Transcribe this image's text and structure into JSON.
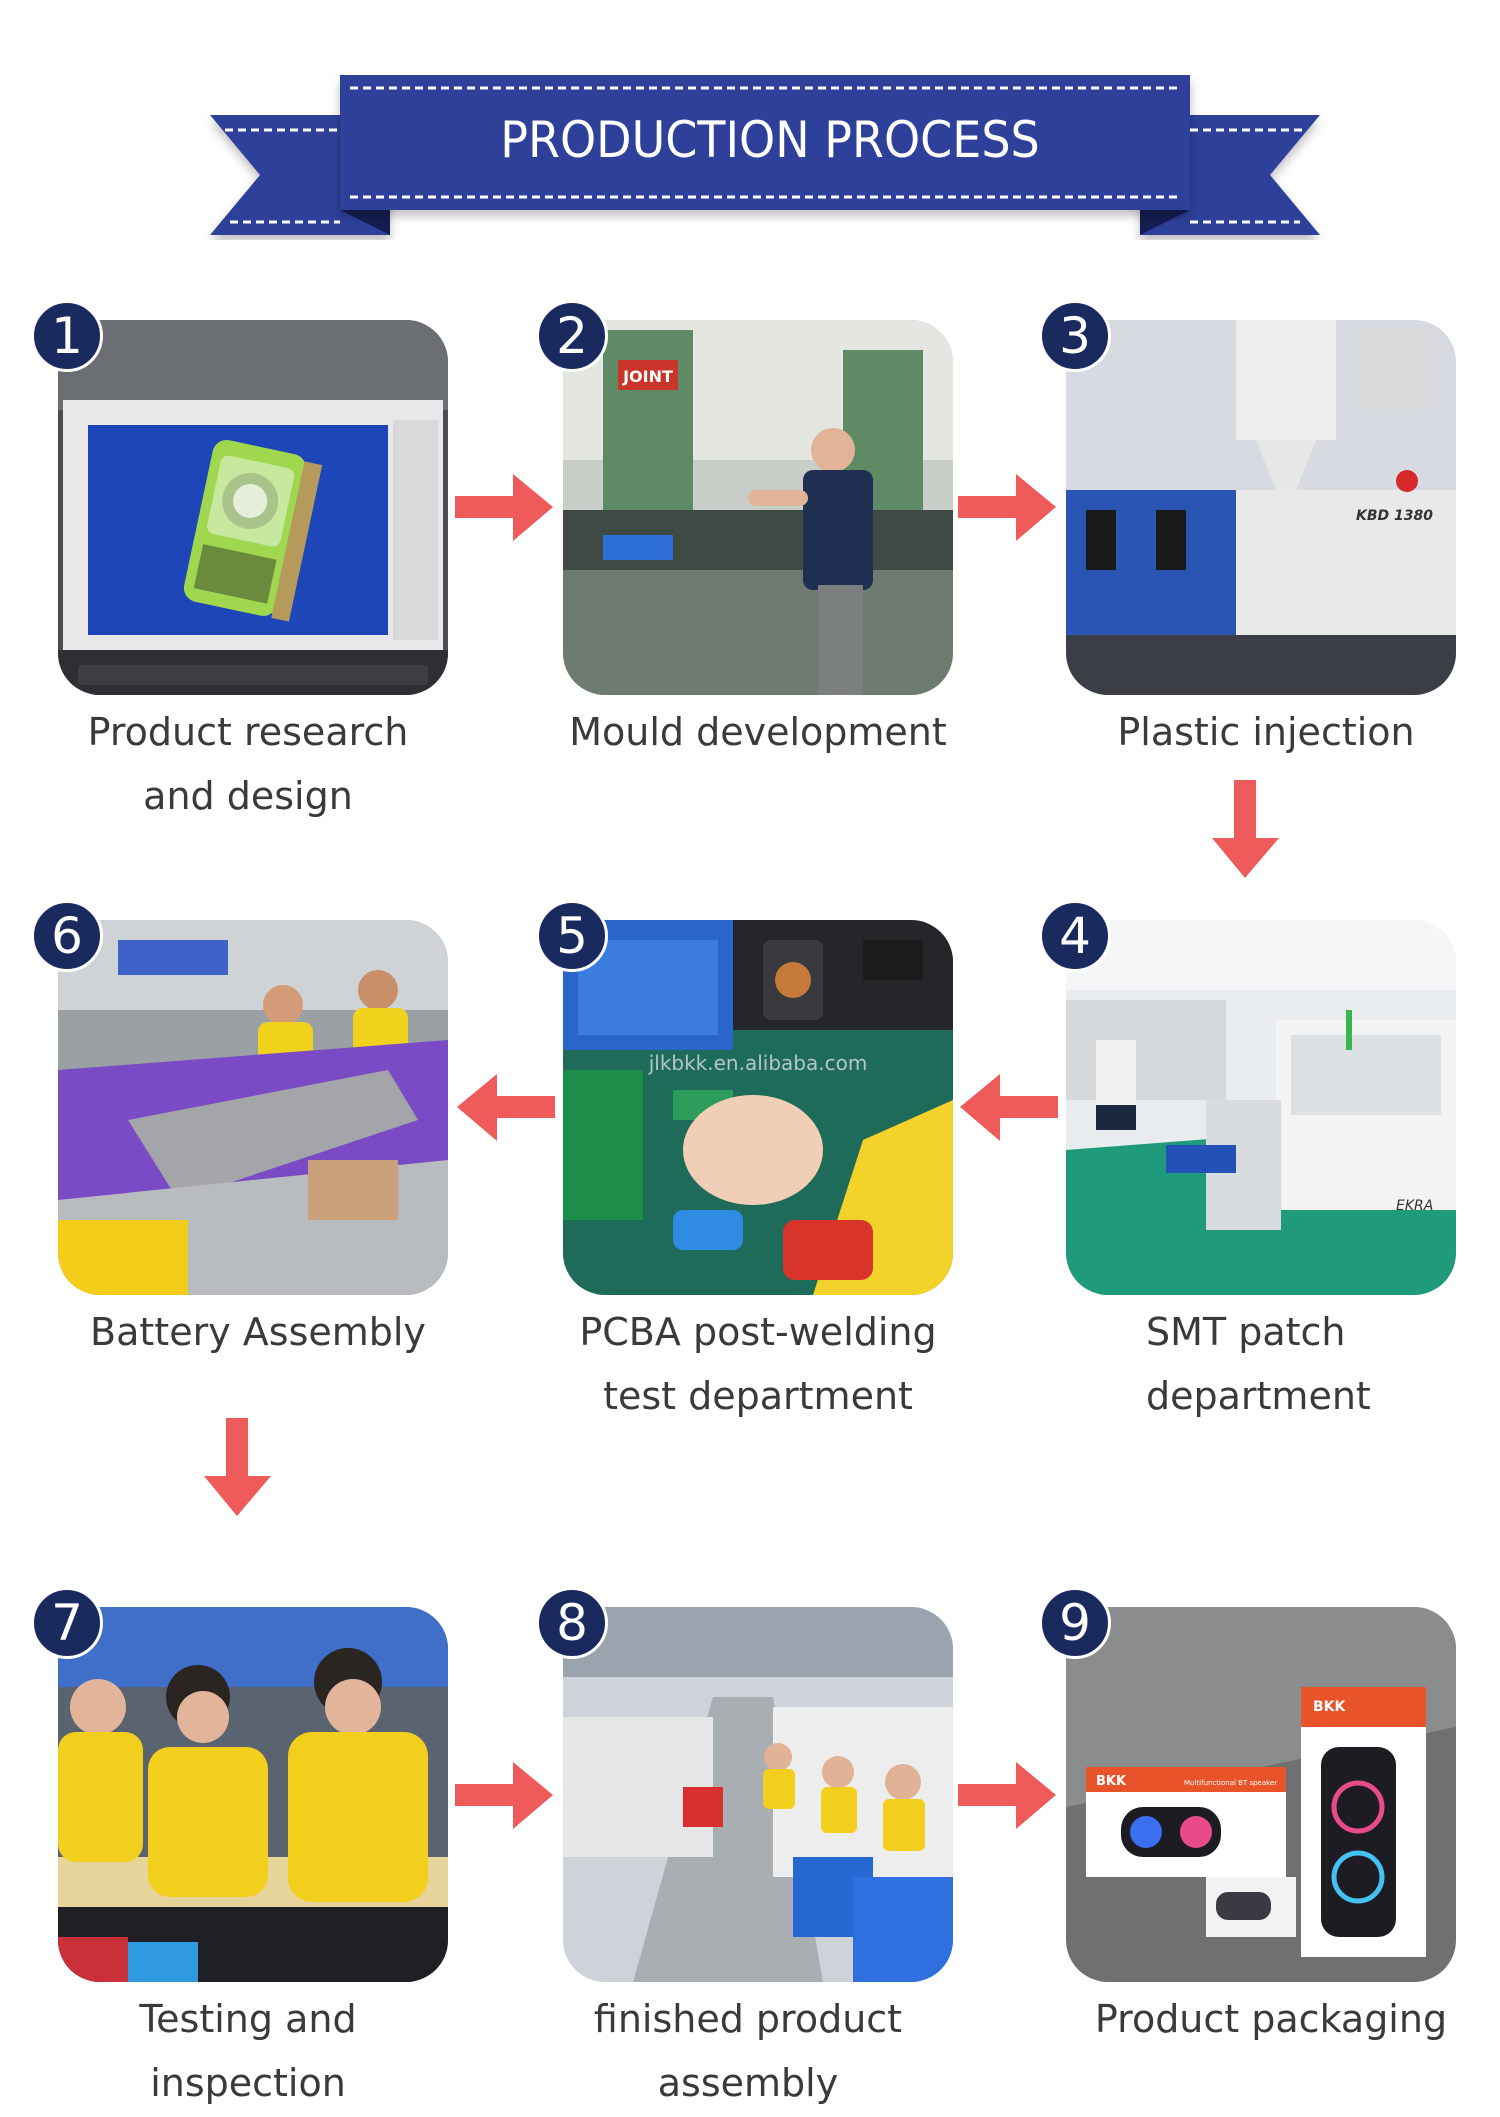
{
  "banner": {
    "title": "PRODUCTION PROCESS"
  },
  "steps": [
    {
      "number": "1",
      "lines": [
        "Product research",
        "and design"
      ]
    },
    {
      "number": "2",
      "lines": [
        "Mould development"
      ]
    },
    {
      "number": "3",
      "lines": [
        "Plastic injection"
      ]
    },
    {
      "number": "4",
      "lines": [
        "SMT patch",
        "department"
      ]
    },
    {
      "number": "5",
      "lines": [
        "PCBA post-welding",
        "test department"
      ]
    },
    {
      "number": "6",
      "lines": [
        "Battery Assembly"
      ]
    },
    {
      "number": "7",
      "lines": [
        "Testing and",
        "inspection"
      ]
    },
    {
      "number": "8",
      "lines": [
        "finished product",
        "assembly"
      ]
    },
    {
      "number": "9",
      "lines": [
        "Product packaging"
      ]
    }
  ],
  "photo_texts": {
    "machine_brand": "JOINT",
    "injection_model": "KBD 1380",
    "smt_brand": "EKRA",
    "watermark": "jlkbkk.en.alibaba.com",
    "box_brand": "BKK",
    "box_product": "Multifunctional BT speaker"
  },
  "colors": {
    "banner_blue": "#2f3f9a",
    "banner_dark": "#1f2b73",
    "number_badge": "#1b2a5e",
    "arrow": "#ef5a5a",
    "label_text": "#3a3a3a"
  },
  "icons": {
    "arrow": "red-arrow-icon"
  }
}
